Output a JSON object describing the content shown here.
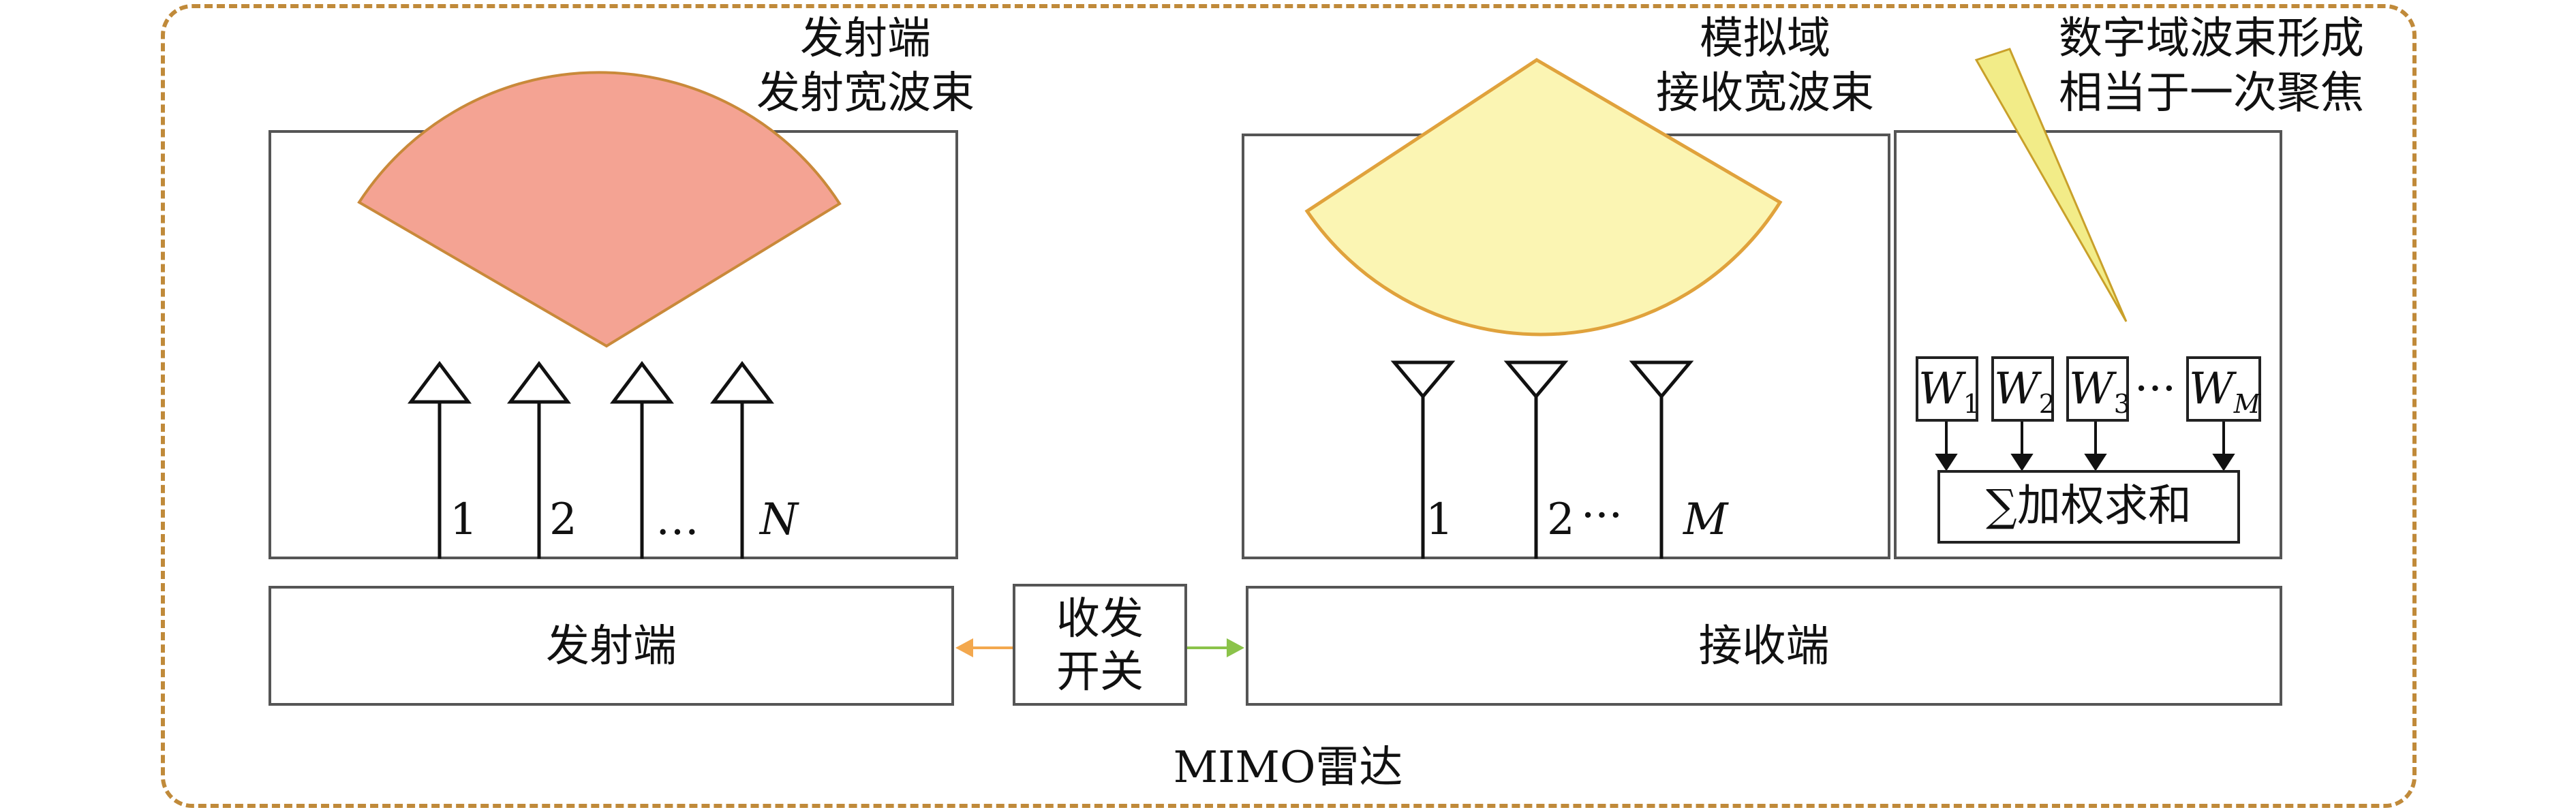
{
  "outer_label": "MIMO雷达",
  "transmit_panel": {
    "title_line1": "发射端",
    "title_line2": "发射宽波束",
    "element_labels": [
      "1",
      "2",
      "…",
      "N"
    ]
  },
  "receive_panel": {
    "title_line1": "模拟域",
    "title_line2": "接收宽波束",
    "element_labels": [
      "1",
      "2",
      "···",
      "M"
    ]
  },
  "digital_panel": {
    "title_line1": "数字域波束形成",
    "title_line2": "相当于一次聚焦",
    "weights": [
      {
        "symbol": "W",
        "subscript": "1"
      },
      {
        "symbol": "W",
        "subscript": "2"
      },
      {
        "symbol": "W",
        "subscript": "3"
      },
      {
        "symbol": "W",
        "subscript": "M"
      }
    ],
    "weights_ellipsis": "···",
    "sum_label": "∑加权求和"
  },
  "bottom": {
    "transmitter_label": "发射端",
    "switch_line1": "收发",
    "switch_line2": "开关",
    "receiver_label": "接收端"
  },
  "colors": {
    "outer_dash": "#c08a3a",
    "transmit_beam_fill": "#f4a393",
    "transmit_beam_stroke": "#c9893a",
    "receive_beam_fill": "#fbf5b3",
    "receive_beam_stroke": "#e0a23c",
    "digital_beam_fill": "#f2ec88",
    "arrow_left": "#f3a84e",
    "arrow_right": "#8bc34a"
  }
}
